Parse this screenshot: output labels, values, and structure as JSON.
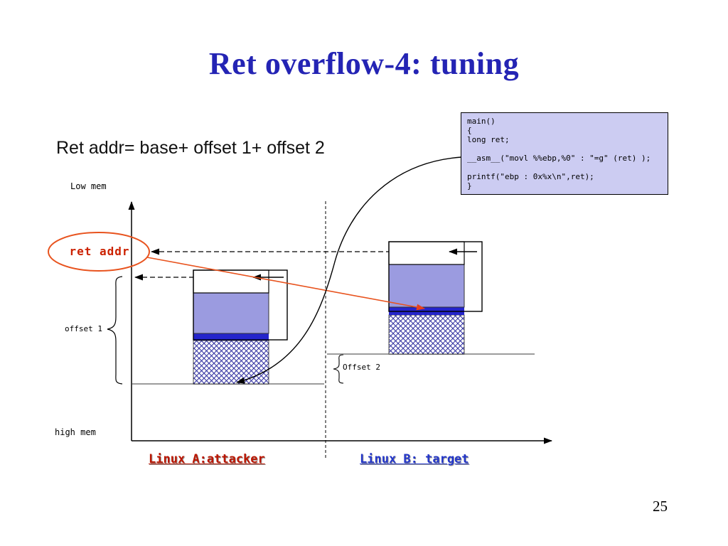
{
  "slide": {
    "title": "Ret overflow-4: tuning",
    "subtitle": "Ret addr= base+ offset 1+ offset 2",
    "page_number": "25"
  },
  "code_box": {
    "lines": [
      "main()",
      "{",
      "long ret;",
      "",
      "__asm__(\"movl %%ebp,%0\" : \"=g\" (ret) );",
      "",
      "printf(\"ebp : 0x%x\\n\",ret);",
      "}"
    ]
  },
  "diagram": {
    "labels": {
      "low_mem": "Low mem",
      "high_mem": "high mem",
      "ret_addr": "ret addr",
      "offset_1": "offset 1",
      "offset_2": "Offset 2",
      "linux_a": "Linux A:attacker",
      "linux_b": "Linux B: target"
    },
    "colors": {
      "title_blue": "#2424b4",
      "accent_orange": "#e8531e",
      "ret_addr_text": "#cc2200",
      "stack_fill": "#9b9be0",
      "stack_band": "#2424cc",
      "hatch_line": "#3030a0",
      "code_bg": "#ccccf2",
      "linux_a_color": "#bb1500",
      "linux_b_color": "#2336c9",
      "baseline_gray": "#9c9c9c"
    }
  }
}
